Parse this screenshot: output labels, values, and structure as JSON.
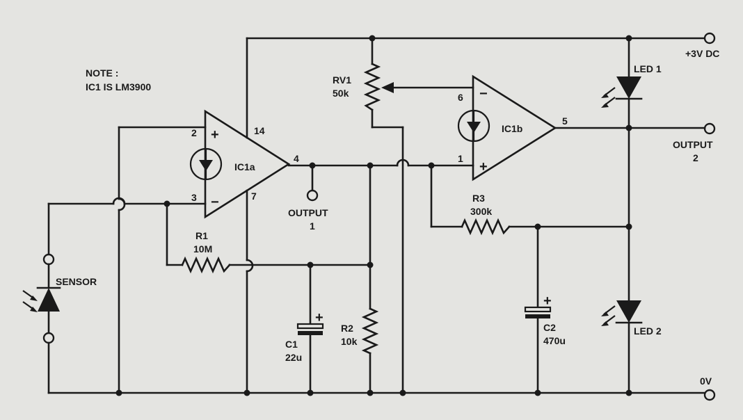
{
  "note": {
    "line1": "NOTE :",
    "line2": "IC1 IS LM3900"
  },
  "opamps": {
    "ic1a": {
      "label": "IC1a",
      "pin_plus": "2",
      "pin_minus": "3",
      "pin_out": "4",
      "pin_vcc": "14",
      "pin_gnd": "7"
    },
    "ic1b": {
      "label": "IC1b",
      "pin_minus": "6",
      "pin_plus": "1",
      "pin_out": "5"
    }
  },
  "polarity": {
    "plus": "+",
    "minus": "−"
  },
  "components": {
    "rv1": {
      "ref": "RV1",
      "value": "50k"
    },
    "r1": {
      "ref": "R1",
      "value": "10M"
    },
    "r2": {
      "ref": "R2",
      "value": "10k"
    },
    "r3": {
      "ref": "R3",
      "value": "300k"
    },
    "c1": {
      "ref": "C1",
      "value": "22u"
    },
    "c2": {
      "ref": "C2",
      "value": "470u"
    },
    "led1": {
      "label": "LED 1"
    },
    "led2": {
      "label": "LED 2"
    },
    "sensor": {
      "label": "SENSOR"
    }
  },
  "terminals": {
    "supply": "+3V DC",
    "output1": {
      "line1": "OUTPUT",
      "line2": "1"
    },
    "output2": {
      "line1": "OUTPUT",
      "line2": "2"
    },
    "ground": "0V"
  }
}
